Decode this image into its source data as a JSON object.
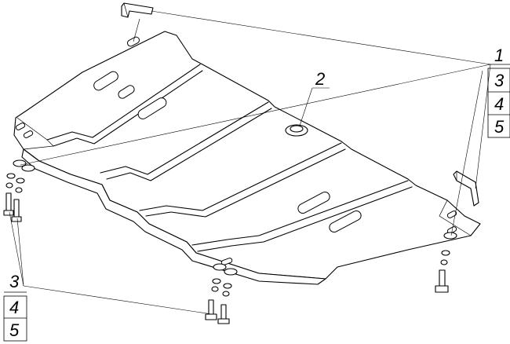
{
  "callouts": {
    "top_right": [
      "1",
      "3",
      "4",
      "5"
    ],
    "boss": "2",
    "bottom_left": [
      "3",
      "4",
      "5"
    ]
  }
}
